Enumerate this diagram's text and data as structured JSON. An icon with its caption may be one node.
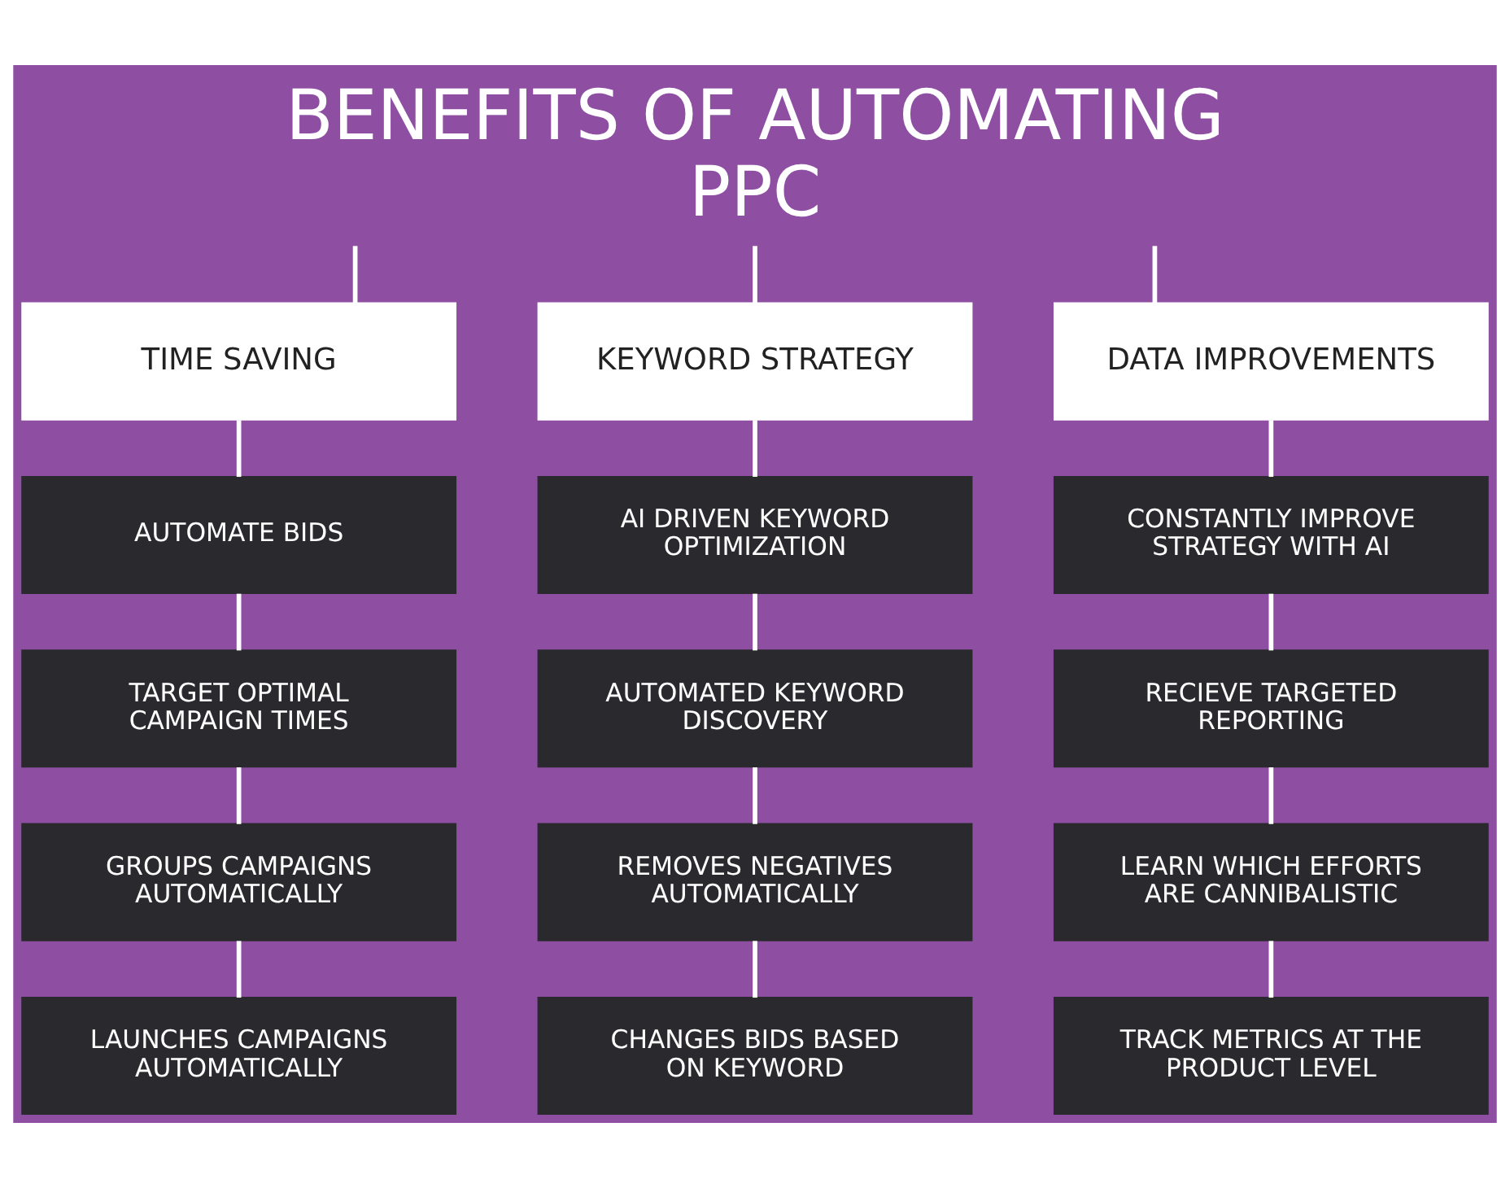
{
  "diagram": {
    "nodes": [
      {
        "text": [
          "BENEFITS OF AUTOMATING PPC"
        ]
      },
      {
        "text": [
          "TIME SAVING"
        ]
      },
      {
        "text": [
          "AUTOMATE BIDS"
        ]
      },
      {
        "text": [
          "TARGET OPTIMAL CAMPAIGN TIMES"
        ]
      },
      {
        "text": [
          "GROUPS CAMPAIGNS AUTOMATICALLY"
        ]
      },
      {
        "text": [
          "LAUNCHES CAMPAIGNS AUTOMATICALLY"
        ]
      },
      {
        "text": [
          "KEYWORD STRATEGY"
        ]
      },
      {
        "text": [
          "AI DRIVEN KEYWORD OPTIMIZATION"
        ]
      },
      {
        "text": [
          "AUTOMATED KEYWORD DISCOVERY"
        ]
      },
      {
        "text": [
          "REMOVES NEGATIVES AUTOMATICALLY"
        ]
      },
      {
        "text": [
          "CHANGES BIDS BASED ON KEYWORD"
        ]
      },
      {
        "text": [
          "DATA IMPROVEMENTS"
        ]
      },
      {
        "text": [
          "CONSTANTLY IMPROVE STRATEGY WITH AI"
        ]
      },
      {
        "text": [
          "RECIEVE TARGETED REPORTING"
        ]
      },
      {
        "text": [
          "LEARN WHICH EFFORTS ARE CANNIBALISTIC"
        ]
      },
      {
        "text": [
          "TRACK METRICS AT THE PRODUCT LEVEL"
        ]
      }
    ],
    "edges": [
      {
        "from": 0,
        "to": 1,
        "arrow": "none"
      },
      {
        "from": 0,
        "to": 6,
        "arrow": "none"
      },
      {
        "from": 0,
        "to": 11,
        "arrow": "none"
      },
      {
        "from": 1,
        "to": 2,
        "arrow": "none"
      },
      {
        "from": 2,
        "to": 3,
        "arrow": "none"
      },
      {
        "from": 3,
        "to": 4,
        "arrow": "none"
      },
      {
        "from": 4,
        "to": 5,
        "arrow": "none"
      },
      {
        "from": 6,
        "to": 7,
        "arrow": "none"
      },
      {
        "from": 7,
        "to": 8,
        "arrow": "none"
      },
      {
        "from": 8,
        "to": 9,
        "arrow": "none"
      },
      {
        "from": 9,
        "to": 10,
        "arrow": "none"
      },
      {
        "from": 11,
        "to": 12,
        "arrow": "none"
      },
      {
        "from": 12,
        "to": 13,
        "arrow": "none"
      },
      {
        "from": 13,
        "to": 14,
        "arrow": "none"
      },
      {
        "from": 14,
        "to": 15,
        "arrow": "none"
      }
    ]
  }
}
